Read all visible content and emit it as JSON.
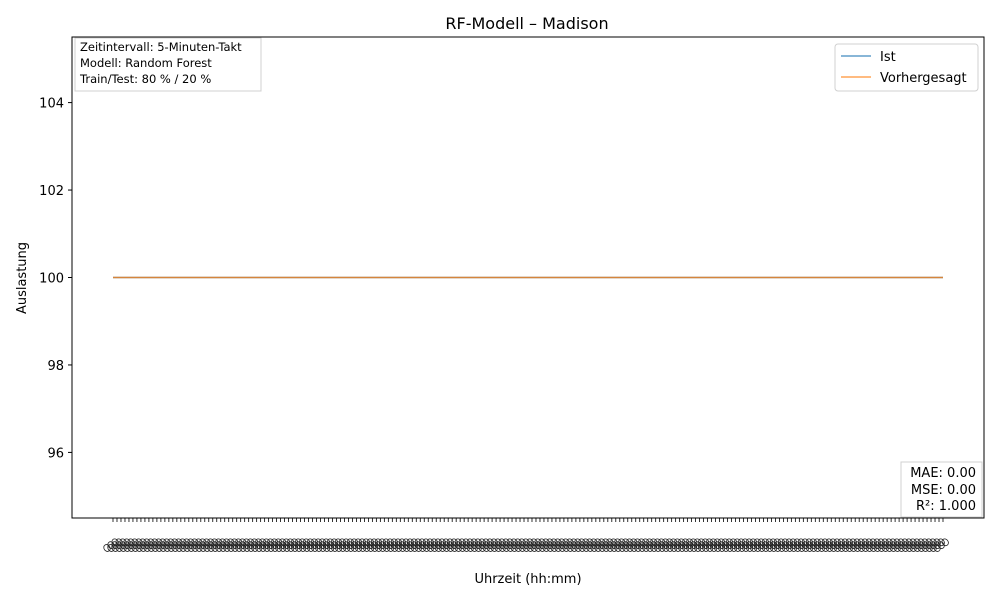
{
  "chart_data": {
    "type": "line",
    "title": "RF-Modell – Madison",
    "xlabel": "Uhrzeit (hh:mm)",
    "ylabel": "Auslastung",
    "ylim": [
      94.5,
      105.5
    ],
    "y_ticks": [
      96,
      98,
      100,
      102,
      104
    ],
    "x_tick_count": 209,
    "x_tick_labels": "illegible overlapping time labels (hh:mm), rotated",
    "grid": false,
    "legend_position": "top-right",
    "series": [
      {
        "name": "Ist",
        "color": "#1f77b4",
        "y_constant": 100
      },
      {
        "name": "Vorhergesagt",
        "color": "#ff7f0e",
        "y_constant": 100
      }
    ],
    "info_box": [
      "Zeitintervall: 5-Minuten-Takt",
      "Modell: Random Forest",
      "Train/Test: 80 % / 20 %"
    ],
    "metrics": [
      "MAE: 0.00",
      "MSE: 0.00",
      "R²: 1.000"
    ]
  }
}
